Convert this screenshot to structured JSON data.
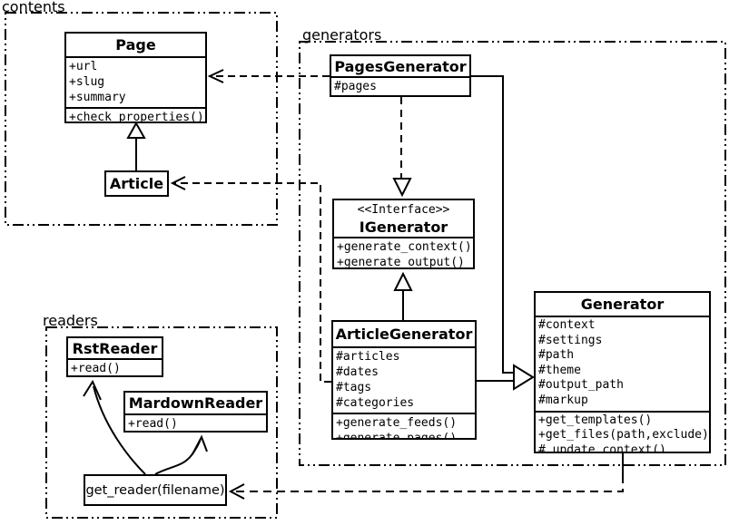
{
  "colors": {
    "line": "#000000",
    "background": "#ffffff"
  },
  "packages": {
    "contents": {
      "label": "contents"
    },
    "generators": {
      "label": "generators"
    },
    "readers": {
      "label": "readers"
    }
  },
  "classes": {
    "page": {
      "title": "Page",
      "attrs": [
        "+url",
        "+slug",
        "+summary"
      ],
      "methods": [
        "+check_properties()"
      ]
    },
    "article": {
      "title": "Article"
    },
    "pages_generator": {
      "title": "PagesGenerator",
      "attrs": [
        "#pages"
      ]
    },
    "igenerator": {
      "stereotype": "<<Interface>>",
      "title": "IGenerator",
      "methods": [
        "+generate_context()",
        "+generate_output()"
      ]
    },
    "article_generator": {
      "title": "ArticleGenerator",
      "attrs": [
        "#articles",
        "#dates",
        "#tags",
        "#categories"
      ],
      "methods": [
        "+generate_feeds()",
        "+generate_pages()"
      ]
    },
    "generator": {
      "title": "Generator",
      "attrs": [
        "#context",
        "#settings",
        "#path",
        "#theme",
        "#output_path",
        "#markup"
      ],
      "methods": [
        "+get_templates()",
        "+get_files(path,exclude)",
        "#_update_context()"
      ]
    },
    "rst_reader": {
      "title": "RstReader",
      "methods": [
        "+read()"
      ]
    },
    "mardown_reader": {
      "title": "MardownReader",
      "methods": [
        "+read()"
      ]
    },
    "get_reader": {
      "title": "get_reader(filename)"
    }
  },
  "edges": [
    {
      "from": "Article",
      "to": "Page",
      "type": "generalization",
      "style": "solid line, hollow triangle at Page"
    },
    {
      "from": "PagesGenerator",
      "to": "Page",
      "type": "dependency",
      "style": "dashed line, open arrow at Page"
    },
    {
      "from": "PagesGenerator",
      "to": "IGenerator",
      "type": "realization",
      "style": "dashed line, hollow triangle at IGenerator"
    },
    {
      "from": "ArticleGenerator",
      "to": "IGenerator",
      "type": "generalization",
      "style": "solid line, hollow triangle at IGenerator"
    },
    {
      "from": "PagesGenerator",
      "to": "Generator",
      "type": "generalization",
      "style": "solid orthogonal line into shared hollow triangle at Generator"
    },
    {
      "from": "ArticleGenerator",
      "to": "Generator",
      "type": "generalization",
      "style": "solid line into shared hollow triangle at Generator"
    },
    {
      "from": "ArticleGenerator",
      "to": "Article",
      "type": "dependency",
      "style": "dashed orthogonal line, open arrow at Article"
    },
    {
      "from": "Generator",
      "to": "get_reader(filename)",
      "type": "dependency",
      "style": "dashed orthogonal line, open arrow at get_reader"
    },
    {
      "from": "get_reader(filename)",
      "to": "RstReader",
      "type": "call",
      "style": "curved solid line, open arrow at RstReader"
    },
    {
      "from": "get_reader(filename)",
      "to": "MardownReader",
      "type": "call",
      "style": "curved solid line, open arrow at MardownReader"
    }
  ]
}
